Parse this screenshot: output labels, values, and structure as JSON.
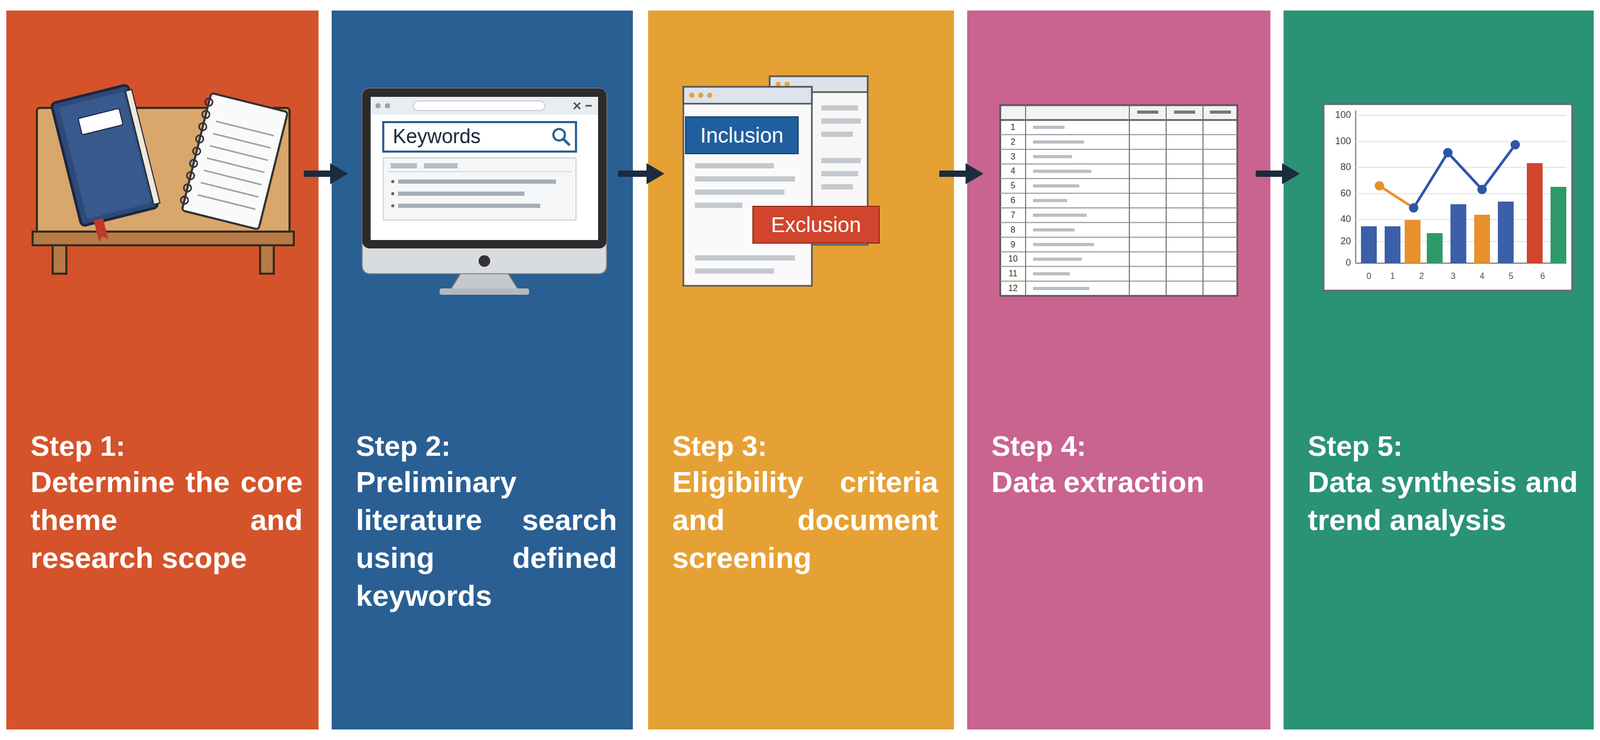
{
  "diagram": {
    "nodes": [
      {
        "text": [
          "Step 1:",
          "Determine the core theme and research scope"
        ]
      },
      {
        "text": [
          "Step 2:",
          "Preliminary literature search using defined keywords"
        ]
      },
      {
        "text": [
          "Step 3:",
          "Eligibility criteria and document screening"
        ]
      },
      {
        "text": [
          "Step 4:",
          "Data extraction"
        ]
      },
      {
        "text": [
          "Step 5:",
          "Data synthesis and trend analysis"
        ]
      }
    ],
    "edges": [
      {
        "from": 0,
        "to": 1,
        "arrow": "to"
      },
      {
        "from": 1,
        "to": 2,
        "arrow": "to"
      },
      {
        "from": 2,
        "to": 3,
        "arrow": "to"
      },
      {
        "from": 3,
        "to": 4,
        "arrow": "to"
      }
    ],
    "labels": [
      "Keywords",
      "Inclusion",
      "Exclusion",
      "1",
      "2",
      "3",
      "4",
      "5",
      "6",
      "7",
      "8",
      "9",
      "10",
      "11",
      "12",
      "100",
      "100",
      "80",
      "60",
      "40",
      "20",
      "0",
      "0",
      "1",
      "2",
      "3",
      "4",
      "5",
      "6"
    ]
  }
}
